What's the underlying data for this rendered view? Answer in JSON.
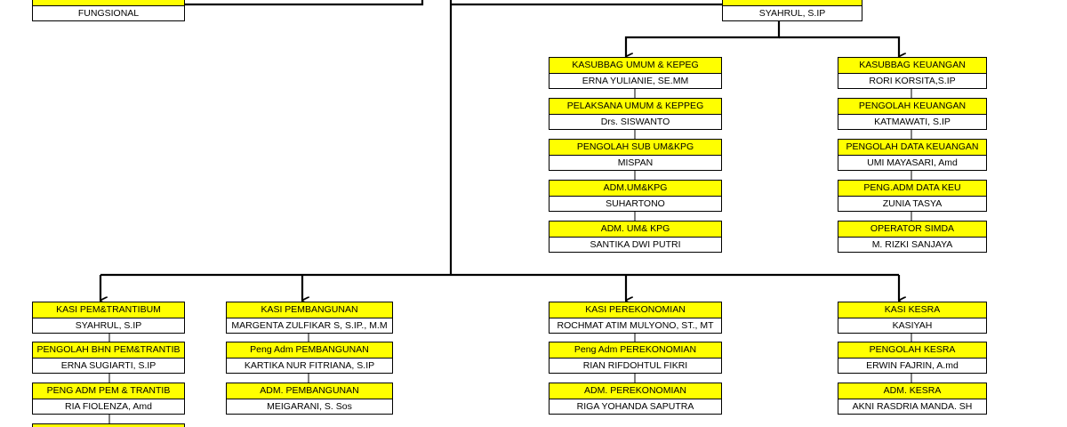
{
  "top_left": {
    "title": "",
    "name": "FUNGSIONAL"
  },
  "top_right": {
    "title": "",
    "name": "SYAHRUL, S.IP"
  },
  "sekretariat": [
    [
      {
        "title": "KASUBBAG UMUM & KEPEG",
        "name": "ERNA YULIANIE, SE.MM"
      },
      {
        "title": "PELAKSANA UMUM & KEPPEG",
        "name": "Drs. SISWANTO"
      },
      {
        "title": "PENGOLAH SUB UM&KPG",
        "name": "MISPAN"
      },
      {
        "title": "ADM.UM&KPG",
        "name": "SUHARTONO"
      },
      {
        "title": "ADM. UM& KPG",
        "name": "SANTIKA DWI PUTRI"
      }
    ],
    [
      {
        "title": "KASUBBAG KEUANGAN",
        "name": "RORI KORSITA,S.IP"
      },
      {
        "title": "PENGOLAH KEUANGAN",
        "name": "KATMAWATI, S.IP"
      },
      {
        "title": "PENGOLAH DATA KEUANGAN",
        "name": "UMI MAYASARI, Amd"
      },
      {
        "title": "PENG.ADM DATA KEU",
        "name": "ZUNIA TASYA"
      },
      {
        "title": "OPERATOR SIMDA",
        "name": "M. RIZKI SANJAYA"
      }
    ]
  ],
  "seksi": [
    [
      {
        "title": "KASI PEM&TRANTIBUM",
        "name": "SYAHRUL, S.IP"
      },
      {
        "title": "PENGOLAH BHN PEM&TRANTIB",
        "name": "ERNA SUGIARTI, S.IP"
      },
      {
        "title": "PENG ADM PEM & TRANTIB",
        "name": "RIA FIOLENZA, Amd"
      }
    ],
    [
      {
        "title": "KASI PEMBANGUNAN",
        "name": "MARGENTA ZULFIKAR S, S.IP., M.M"
      },
      {
        "title": "Peng Adm PEMBANGUNAN",
        "name": "KARTIKA NUR FITRIANA, S.IP"
      },
      {
        "title": "ADM. PEMBANGUNAN",
        "name": "MEIGARANI, S. Sos"
      }
    ],
    [
      {
        "title": "KASI PEREKONOMIAN",
        "name": "ROCHMAT ATIM MULYONO, ST., MT"
      },
      {
        "title": "Peng Adm PEREKONOMIAN",
        "name": "RIAN RIFDOHTUL FIKRI"
      },
      {
        "title": "ADM. PEREKONOMIAN",
        "name": "RIGA YOHANDA SAPUTRA"
      }
    ],
    [
      {
        "title": "KASI KESRA",
        "name": "KASIYAH"
      },
      {
        "title": "PENGOLAH KESRA",
        "name": "ERWIN FAJRIN, A.md"
      },
      {
        "title": "ADM. KESRA",
        "name": "AKNI RASDRIA MANDA. SH"
      }
    ]
  ]
}
